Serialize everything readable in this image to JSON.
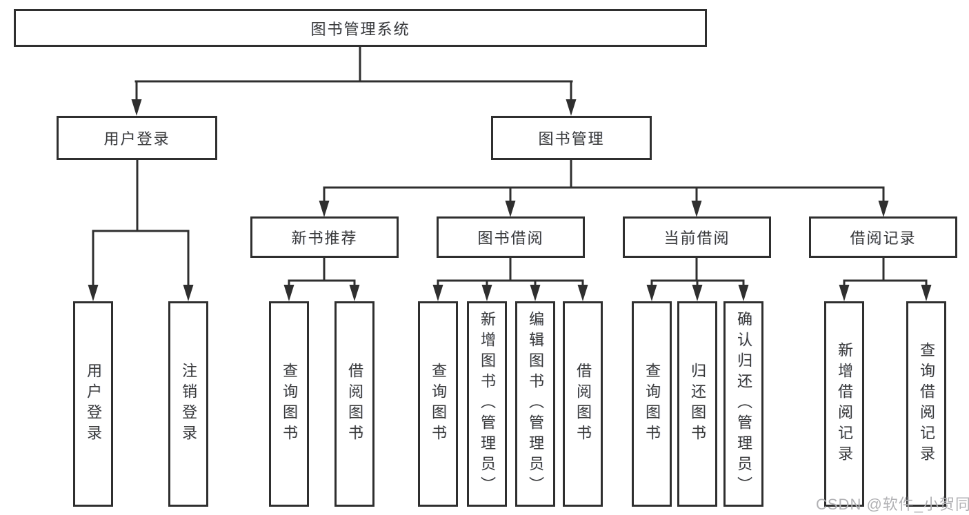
{
  "diagram": {
    "nodes": {
      "root": {
        "label": "图书管理系统"
      },
      "user_login": {
        "label": "用户登录"
      },
      "book_management": {
        "label": "图书管理"
      },
      "new_book_recommend": {
        "label": "新书推荐"
      },
      "book_borrow": {
        "label": "图书借阅"
      },
      "current_borrow": {
        "label": "当前借阅"
      },
      "borrow_records": {
        "label": "借阅记录"
      },
      "leaf_user_login": {
        "label": "用户登录"
      },
      "leaf_logout": {
        "label": "注销登录"
      },
      "leaf_nb_query_book": {
        "label": "查询图书"
      },
      "leaf_nb_borrow_book": {
        "label": "借阅图书"
      },
      "leaf_bb_query_book": {
        "label": "查询图书"
      },
      "leaf_bb_add_book": {
        "label": "新增图书（管理员）"
      },
      "leaf_bb_edit_book": {
        "label": "编辑图书（管理员）"
      },
      "leaf_bb_borrow_book": {
        "label": "借阅图书"
      },
      "leaf_cb_query_book": {
        "label": "查询图书"
      },
      "leaf_cb_return_book": {
        "label": "归还图书"
      },
      "leaf_cb_confirm_return": {
        "label": "确认归还（管理员）"
      },
      "leaf_br_add_record": {
        "label": "新增借阅记录"
      },
      "leaf_br_query_record": {
        "label": "查询借阅记录"
      }
    },
    "colors": {
      "line": "#2f2f2f",
      "box_border": "#2f2f2f",
      "box_fill": "#ffffff",
      "text": "#3a3a3a",
      "watermark": "#b1b1b4"
    }
  },
  "watermark": {
    "text": "CSDN @软件_小贺同学"
  }
}
